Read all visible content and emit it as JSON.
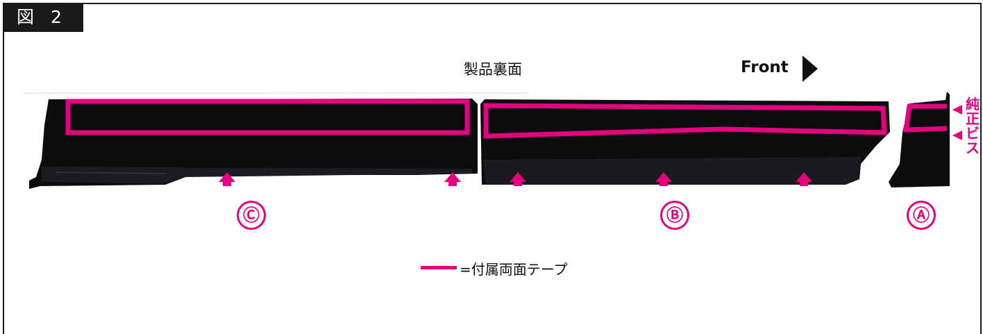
{
  "figure_label": "図 2",
  "section_title": "製品裏面",
  "direction_label": "Front",
  "parts": [
    {
      "id": "C",
      "label": "Ⓒ"
    },
    {
      "id": "B",
      "label": "Ⓑ"
    },
    {
      "id": "A",
      "label": "Ⓐ"
    }
  ],
  "side_note_chars": [
    "純",
    "正",
    "ビ",
    "ス"
  ],
  "legend_text": "=付属両面テープ",
  "colors": {
    "tape": "#e4007f",
    "part_body": "#0c0c0e",
    "frame": "#1a1a1a"
  }
}
